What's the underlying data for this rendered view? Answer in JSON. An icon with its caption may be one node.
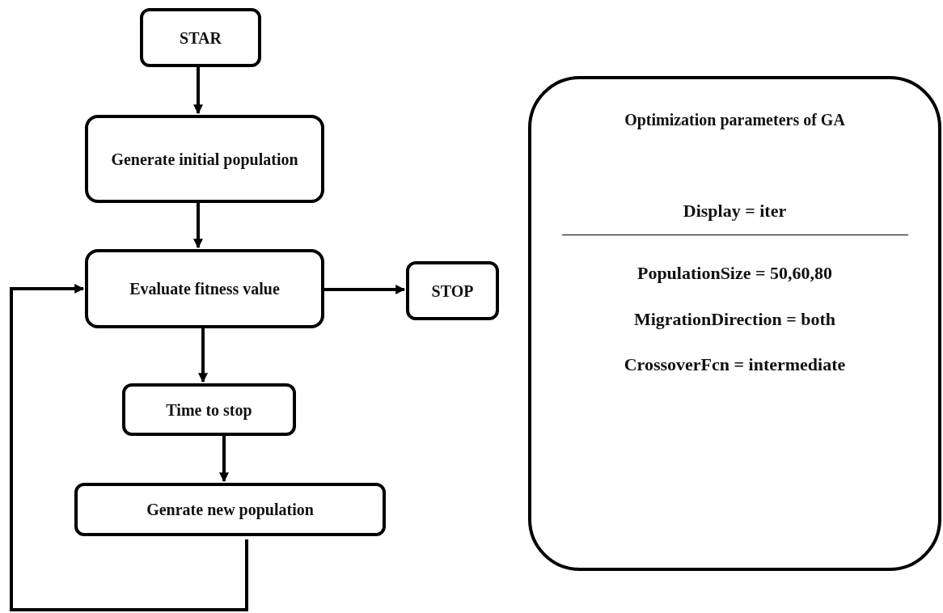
{
  "diagram": {
    "nodes": [
      {
        "text": [
          "STAR"
        ]
      },
      {
        "text": [
          "Generate initial population"
        ]
      },
      {
        "text": [
          "Evaluate fitness value"
        ]
      },
      {
        "text": [
          "STOP"
        ]
      },
      {
        "text": [
          "Time to stop"
        ]
      },
      {
        "text": [
          "Genrate new population"
        ]
      },
      {
        "text": [
          "Optimization parameters of GA",
          "Display = iter",
          "PopulationSize = 50,60,80",
          "MigrationDirection = both",
          "CrossoverFcn = intermediate"
        ]
      }
    ],
    "edges": [
      {
        "from": 0,
        "to": 1,
        "arrow": "to"
      },
      {
        "from": 1,
        "to": 2,
        "arrow": "to"
      },
      {
        "from": 2,
        "to": 3,
        "arrow": "to"
      },
      {
        "from": 2,
        "to": 4,
        "arrow": "to"
      },
      {
        "from": 4,
        "to": 5,
        "arrow": "to"
      },
      {
        "from": 5,
        "to": 2,
        "arrow": "to"
      }
    ]
  }
}
